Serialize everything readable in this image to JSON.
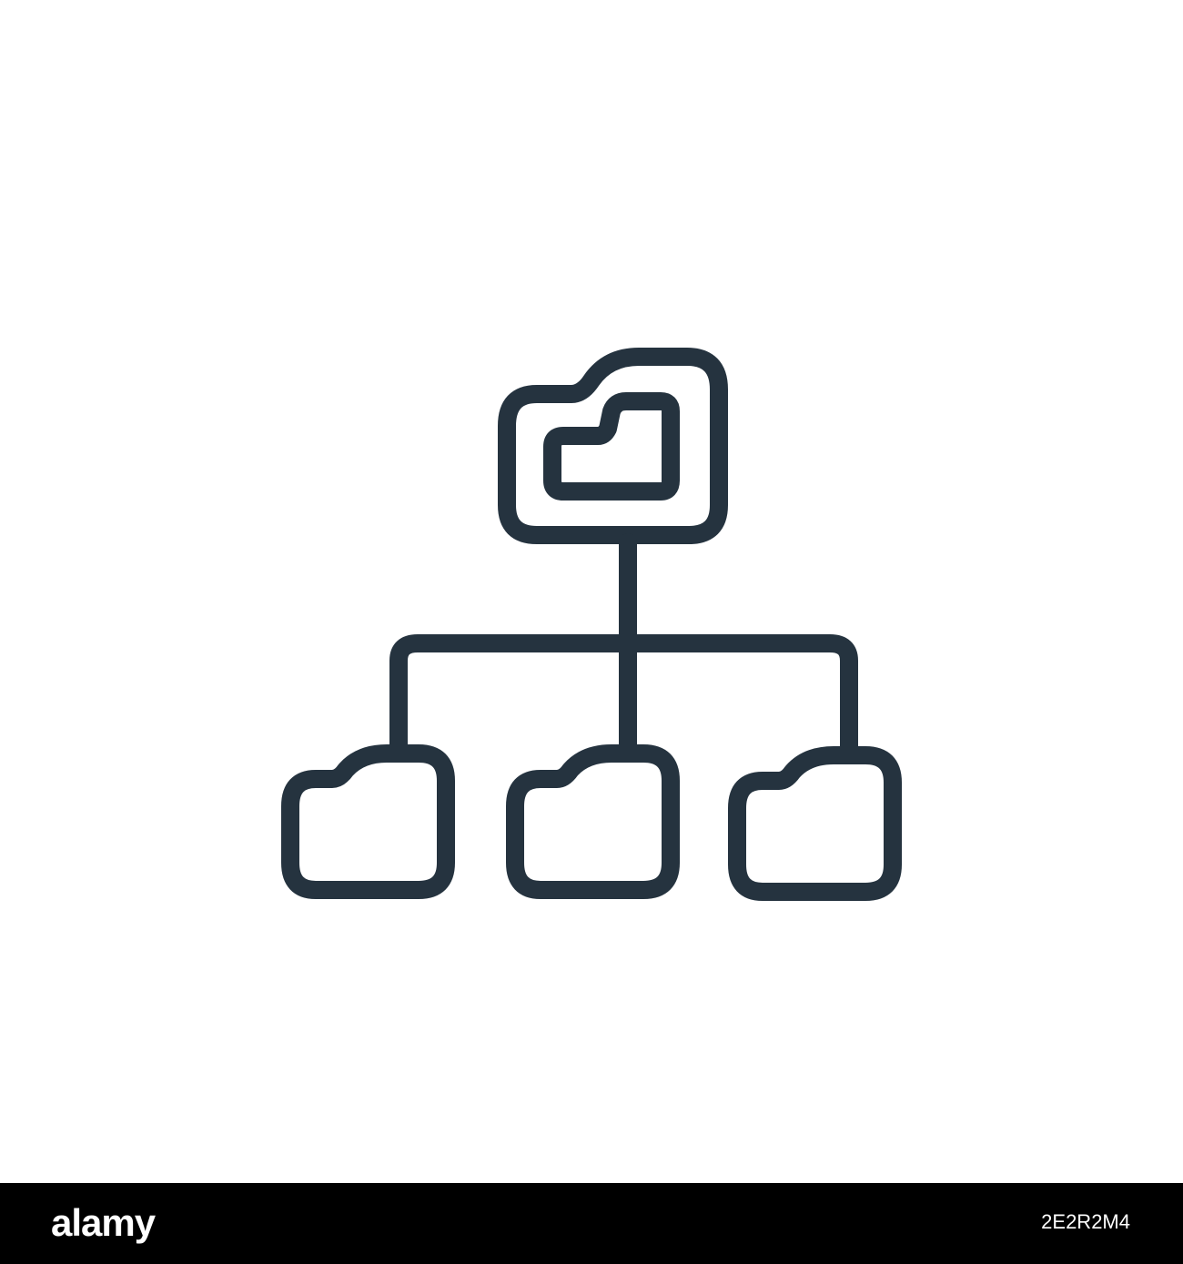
{
  "icon": {
    "name": "folder-hierarchy-icon",
    "stroke_color": "#25333f",
    "background_color": "#ffffff",
    "child_folder_count": 3
  },
  "watermark": {
    "brand": "alamy",
    "image_id": "2E2R2M4",
    "bar_color": "#000000",
    "text_color": "#ffffff"
  }
}
